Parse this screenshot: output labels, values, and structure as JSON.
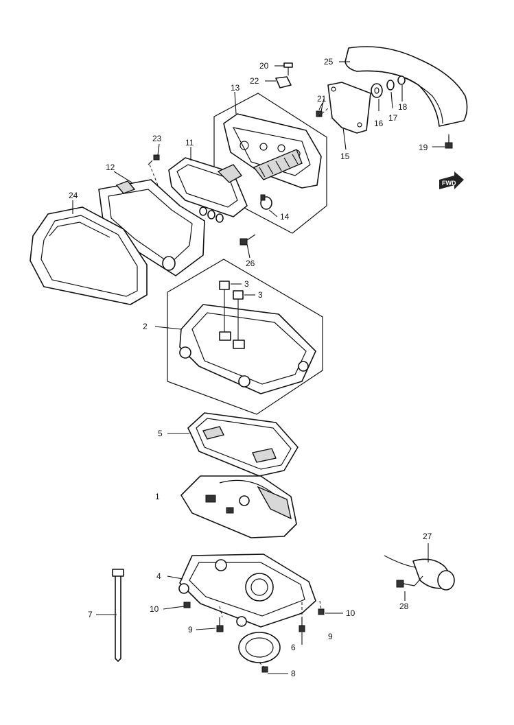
{
  "fwd_label": "FWD",
  "callouts": {
    "c1": "1",
    "c2": "2",
    "c3a": "3",
    "c3b": "3",
    "c4": "4",
    "c5": "5",
    "c6": "6",
    "c7": "7",
    "c8": "8",
    "c9a": "9",
    "c9b": "9",
    "c10a": "10",
    "c10b": "10",
    "c11": "11",
    "c12": "12",
    "c13": "13",
    "c14": "14",
    "c15": "15",
    "c16": "16",
    "c17": "17",
    "c18": "18",
    "c19": "19",
    "c20": "20",
    "c21": "21",
    "c22": "22",
    "c23": "23",
    "c24": "24",
    "c25": "25",
    "c26": "26",
    "c27": "27",
    "c28": "28"
  }
}
